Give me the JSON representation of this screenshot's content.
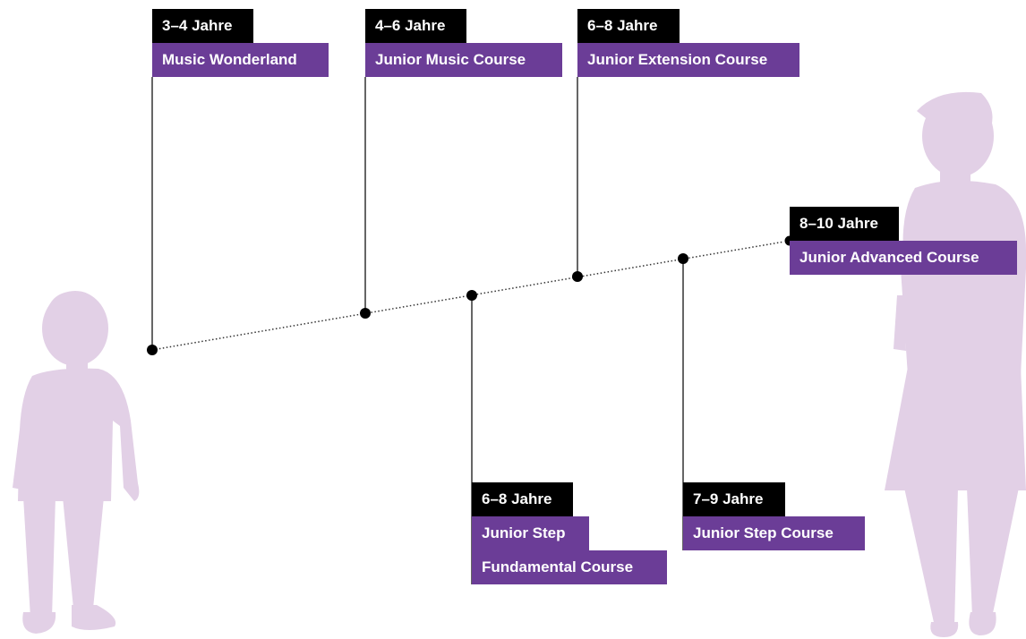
{
  "colors": {
    "age_box": "#000000",
    "course_box": "#6b3d97",
    "silhouette": "#e2d0e6",
    "line": "#333333",
    "dot": "#000000"
  },
  "figures": {
    "left": "child-silhouette-icon",
    "right": "teen-silhouette-icon"
  },
  "stages": [
    {
      "age": "3–4 Jahre",
      "course": [
        "Music Wonderland"
      ]
    },
    {
      "age": "4–6 Jahre",
      "course": [
        "Junior Music Course"
      ]
    },
    {
      "age": "6–8 Jahre",
      "course": [
        "Junior Step",
        "Fundamental Course"
      ]
    },
    {
      "age": "6–8 Jahre",
      "course": [
        "Junior Extension Course"
      ]
    },
    {
      "age": "7–9 Jahre",
      "course": [
        "Junior Step Course"
      ]
    },
    {
      "age": "8–10 Jahre",
      "course": [
        "Junior Advanced Course"
      ]
    }
  ]
}
